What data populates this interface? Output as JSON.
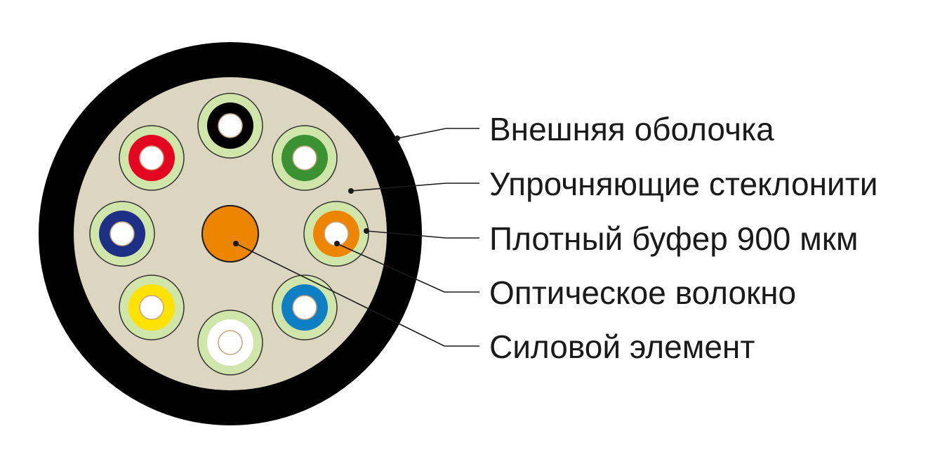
{
  "labels": {
    "outer_jacket": "Внешняя оболочка",
    "aramid_yarn": "Упрочняющие стеклонити",
    "tight_buffer": "Плотный буфер 900 мкм",
    "optical_fiber": "Оптическое волокно",
    "strength_member": "Силовой элемент"
  },
  "colors": {
    "jacket": "#000000",
    "filler": "#dcd6c0",
    "buffer_ring": "#d0e5a9",
    "strength_member": "#ee8500",
    "fiber_core": "#ffffff",
    "fibers": [
      "#000000",
      "#e40521",
      "#3a9232",
      "#1e2f86",
      "#ee8500",
      "#ffe200",
      "#0e7fc2",
      "#ffffff"
    ]
  }
}
